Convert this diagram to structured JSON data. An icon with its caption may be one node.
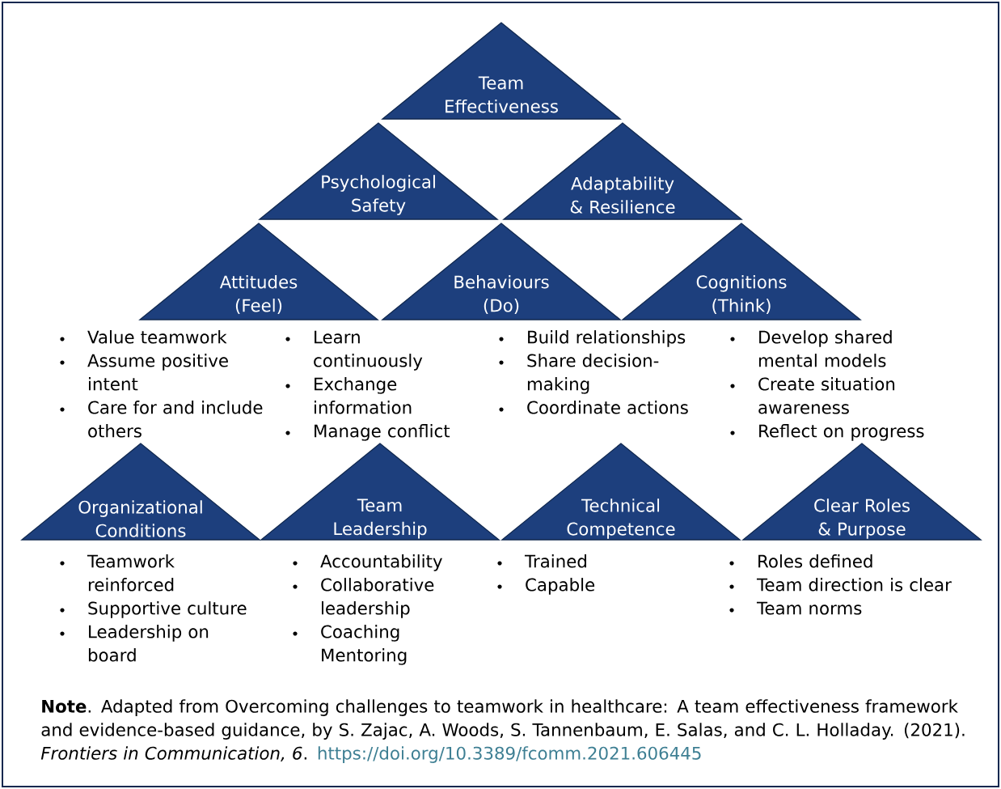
{
  "diagram": {
    "caption": "**Note**. Adapted from Overcoming challenges to teamwork in healthcare: A team effectiveness framework and evidence-based guidance, by S. Zajac, A. Woods, S. Tannenbaum, E. Salas, and C. L. Holladay. (2021). *Frontiers in Communication, 6*.",
    "nodes": [
      {
        "text": [
          "Team Effectiveness"
        ]
      },
      {
        "text": [
          "Psychological Safety"
        ]
      },
      {
        "text": [
          "Adaptability & Resilience"
        ]
      },
      {
        "text": [
          "Attitudes (Feel)"
        ],
        "beside": [
          "Value teamwork",
          "Assume positive intent",
          "Care for and include others"
        ]
      },
      {
        "text": [
          "Behaviours (Do)"
        ],
        "beside": [
          "Learn continuously",
          "Exchange information",
          "Manage conflict",
          "Build relationships",
          "Share decision-making",
          "Coordinate actions"
        ]
      },
      {
        "text": [
          "Cognitions (Think)"
        ],
        "beside": [
          "Develop shared mental models",
          "Create situation awareness",
          "Reflect on progress"
        ]
      },
      {
        "text": [
          "Organizational Conditions"
        ],
        "beside": [
          "Teamwork reinforced",
          "Supportive culture",
          "Leadership on board"
        ]
      },
      {
        "text": [
          "Team Leadership"
        ],
        "beside": [
          "Accountability",
          "Collaborative leadership",
          "Coaching Mentoring"
        ]
      },
      {
        "text": [
          "Technical Competence"
        ],
        "beside": [
          "Trained",
          "Capable"
        ]
      },
      {
        "text": [
          "Clear Roles & Purpose"
        ],
        "beside": [
          "Roles defined",
          "Team direction is clear",
          "Team norms"
        ]
      }
    ],
    "labels": [
      "https://doi.org/10.3389/fcomm.2021.606445"
    ]
  }
}
